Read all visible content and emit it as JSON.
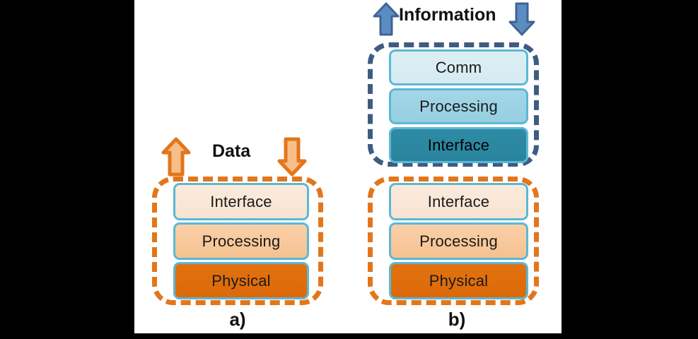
{
  "figure": {
    "background_color": "#000000",
    "canvas_color": "#ffffff",
    "panels": [
      {
        "id": "a",
        "caption": "a)",
        "flow_label": "Data",
        "flow_label_color": "#111111",
        "arrow_up": "arrow-up-orange",
        "arrow_down": "arrow-down-orange",
        "groups": [
          {
            "id": "a-data-group",
            "dash_color": "#E3761B",
            "layers": [
              {
                "label": "Interface",
                "fill": "#F9E6D6",
                "border": "#5BB8D6"
              },
              {
                "label": "Processing",
                "fill": "#F8C99B",
                "border": "#5BB8D6"
              },
              {
                "label": "Physical",
                "fill": "#E06C0A",
                "border": "#5BB8D6"
              }
            ]
          }
        ]
      },
      {
        "id": "b",
        "caption": "b)",
        "flow_label": "Information",
        "flow_label_color": "#111111",
        "arrow_up": "arrow-up-blue",
        "arrow_down": "arrow-down-blue",
        "groups": [
          {
            "id": "b-information-group",
            "dash_color": "#3E5C82",
            "layers": [
              {
                "label": "Comm",
                "fill": "#D9ECF3",
                "border": "#5BB8D6"
              },
              {
                "label": "Processing",
                "fill": "#9DD2E3",
                "border": "#5BB8D6"
              },
              {
                "label": "Interface",
                "fill": "#2C87A1",
                "border": "#5BB8D6"
              }
            ]
          },
          {
            "id": "b-data-group",
            "dash_color": "#E3761B",
            "layers": [
              {
                "label": "Interface",
                "fill": "#F9E6D6",
                "border": "#5BB8D6"
              },
              {
                "label": "Processing",
                "fill": "#F8C99B",
                "border": "#5BB8D6"
              },
              {
                "label": "Physical",
                "fill": "#E06C0A",
                "border": "#5BB8D6"
              }
            ]
          }
        ]
      }
    ],
    "colors": {
      "orange_dash": "#E3761B",
      "blue_dash": "#3E5C82",
      "box_border": "#5BB8D6",
      "arrow_blue_fill": "#5B8DC0",
      "arrow_blue_stroke": "#3F6395",
      "arrow_orange_fill": "#F8BE8A",
      "arrow_orange_stroke": "#E3761B"
    }
  }
}
